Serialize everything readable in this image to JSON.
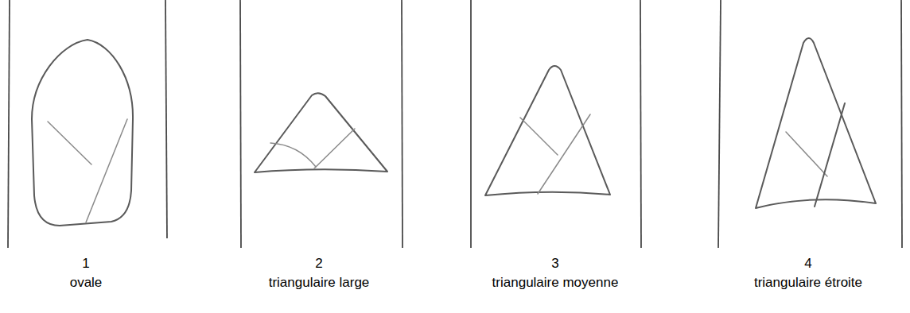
{
  "diagram": {
    "labels": [
      "1",
      "ovale",
      "2",
      "triangulaire large",
      "3",
      "triangulaire moyenne",
      "4",
      "triangulaire étroite"
    ]
  }
}
